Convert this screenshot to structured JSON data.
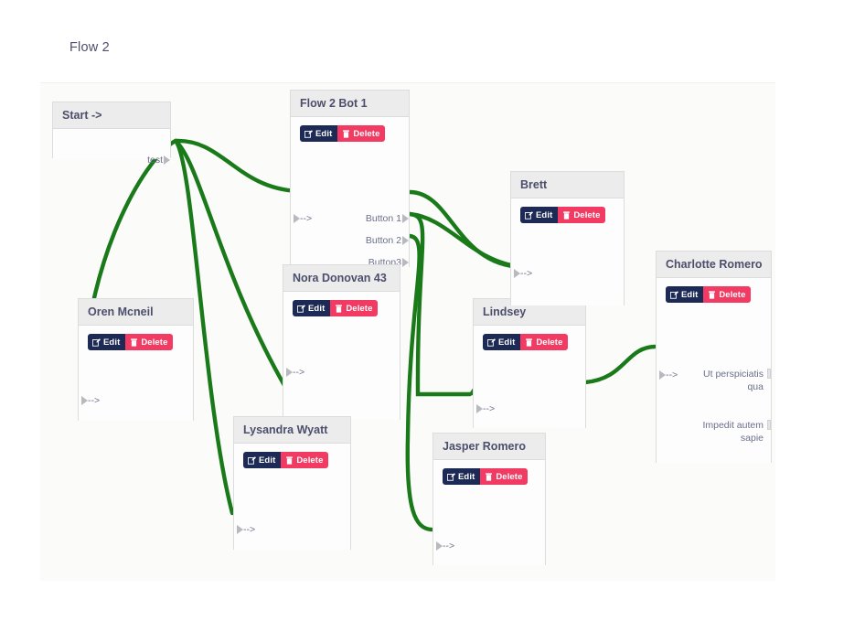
{
  "board": {
    "title": "Flow 2"
  },
  "nodes": [
    {
      "id": "start",
      "title": "Start ->",
      "has_actions": false,
      "outputs": [
        "test"
      ],
      "inputs": []
    },
    {
      "id": "flow2bot1",
      "title": "Flow 2 Bot 1",
      "has_actions": true,
      "inputs": [
        "-->"
      ],
      "outputs": [
        "Button 1",
        "Button 2",
        "Button3"
      ]
    },
    {
      "id": "oren",
      "title": "Oren Mcneil",
      "has_actions": true,
      "inputs": [
        "-->"
      ],
      "outputs": []
    },
    {
      "id": "nora",
      "title": "Nora Donovan 43",
      "has_actions": true,
      "inputs": [
        "-->"
      ],
      "outputs": []
    },
    {
      "id": "lysandra",
      "title": "Lysandra Wyatt",
      "has_actions": true,
      "inputs": [
        "-->"
      ],
      "outputs": []
    },
    {
      "id": "jasper",
      "title": "Jasper Romero",
      "has_actions": true,
      "inputs": [
        "-->"
      ],
      "outputs": []
    },
    {
      "id": "lindsey",
      "title": "Lindsey",
      "has_actions": true,
      "inputs": [
        "-->"
      ],
      "outputs": []
    },
    {
      "id": "brett",
      "title": "Brett",
      "has_actions": true,
      "inputs": [
        "-->"
      ],
      "outputs": []
    },
    {
      "id": "charlotte",
      "title": "Charlotte Romero",
      "has_actions": true,
      "inputs": [
        "-->"
      ],
      "outputs": [
        "Ut perspiciatis qua",
        "Impedit autem sapie"
      ]
    }
  ],
  "buttons": {
    "edit_label": "Edit",
    "delete_label": "Delete"
  },
  "colors": {
    "edge": "#1a7a1a",
    "edit_bg": "#1d2a55",
    "delete_bg": "#f23b63",
    "node_header_bg": "#ececec",
    "title_text": "#4c4f6b",
    "canvas_bg": "#fbfbfa"
  },
  "edges": [
    {
      "from": "start.test",
      "to": "flow2bot1.in"
    },
    {
      "from": "start.test",
      "to": "oren.in"
    },
    {
      "from": "start.test",
      "to": "nora.in"
    },
    {
      "from": "start.test",
      "to": "lysandra.in"
    },
    {
      "from": "flow2bot1.button1",
      "to": "brett.in"
    },
    {
      "from": "flow2bot1.button2",
      "to": "lindsey.in"
    },
    {
      "from": "flow2bot1.button2",
      "to": "brett.in"
    },
    {
      "from": "flow2bot1.button3",
      "to": "jasper.in"
    },
    {
      "from": "brett.out",
      "to": "lindsey.in"
    },
    {
      "from": "lindsey.out",
      "to": "charlotte.in"
    }
  ]
}
